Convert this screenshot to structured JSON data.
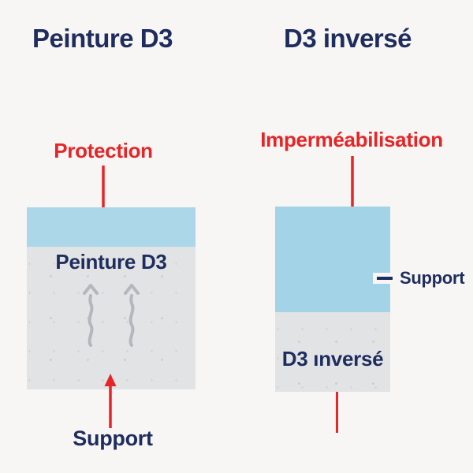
{
  "background_color": "#f8f6f4",
  "colors": {
    "navy_text": "#1e2d5e",
    "red_accent": "#e52528",
    "blue_protection_layer": "#acd7e9",
    "blue_waterproof_block": "#a3d3e7",
    "gray_support_block": "#e2e3e4",
    "moisture_arrow_gray": "#b2b8be"
  },
  "left_panel": {
    "title": "Peinture D3",
    "top_label": "Protection",
    "block_label": "Peinture D3",
    "bottom_label": "Support",
    "icons": {
      "top_arrow": "red-arrow-down",
      "bottom_arrow": "red-arrow-up",
      "moisture_arrows": "gray-wavy-arrows-up"
    }
  },
  "right_panel": {
    "title": "D3 inversé",
    "top_label": "Imperméabilisation",
    "block_label": "D3 ınversé",
    "side_label": "Support",
    "icons": {
      "top_arrow": "red-arrow-down",
      "side_dash": "leader-dash",
      "bottom_line": "red-vertical-line"
    }
  }
}
